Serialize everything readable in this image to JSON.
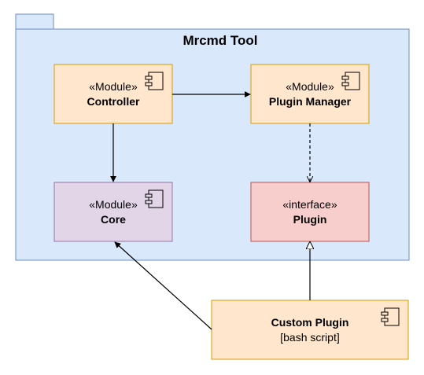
{
  "package": {
    "title": "Mrcmd Tool"
  },
  "nodes": {
    "controller": {
      "stereotype": "«Module»",
      "name": "Controller",
      "color": "#ffe6cc",
      "stroke": "#d79b00"
    },
    "plugin_manager": {
      "stereotype": "«Module»",
      "name": "Plugin Manager",
      "color": "#ffe6cc",
      "stroke": "#d79b00"
    },
    "core": {
      "stereotype": "«Module»",
      "name": "Core",
      "color": "#e1d5e7",
      "stroke": "#9673a6"
    },
    "plugin": {
      "stereotype": "«interface»",
      "name": "Plugin",
      "color": "#f8cecc",
      "stroke": "#b85450"
    },
    "custom_plugin": {
      "name": "Custom Plugin",
      "subtitle": "[bash script]",
      "color": "#ffe6cc",
      "stroke": "#d79b00"
    }
  },
  "edges": [
    {
      "from": "controller",
      "to": "plugin_manager",
      "style": "solid",
      "head": "filled-arrow"
    },
    {
      "from": "controller",
      "to": "core",
      "style": "solid",
      "head": "filled-arrow"
    },
    {
      "from": "plugin_manager",
      "to": "plugin",
      "style": "dashed",
      "head": "open-arrow"
    },
    {
      "from": "custom_plugin",
      "to": "core",
      "style": "solid",
      "head": "filled-arrow"
    },
    {
      "from": "custom_plugin",
      "to": "plugin",
      "style": "solid",
      "head": "hollow-triangle"
    }
  ],
  "colors": {
    "package_fill": "#dae8fc",
    "package_stroke": "#6c8ebf"
  }
}
